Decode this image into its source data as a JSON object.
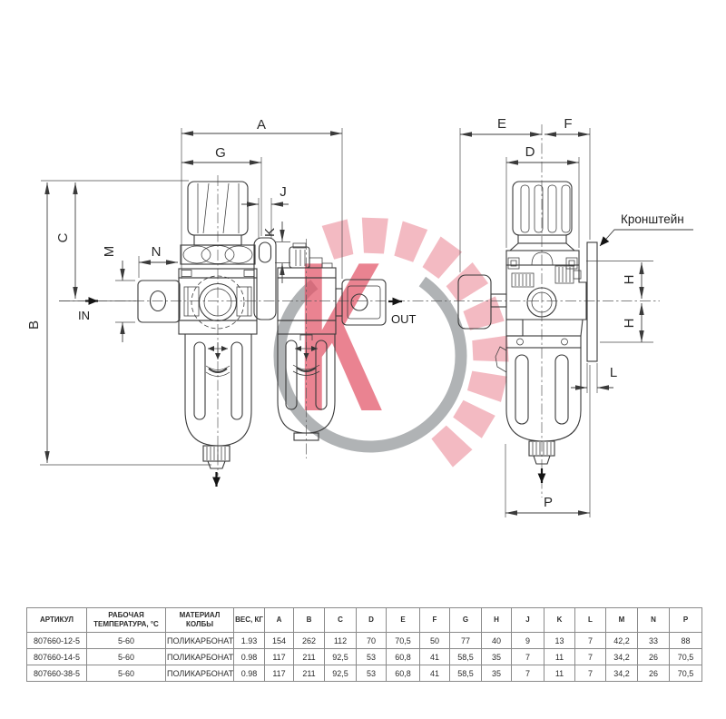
{
  "watermark": {
    "letter": "K",
    "pink": "#e25468",
    "gray": "#a5a8ab"
  },
  "front_view": {
    "labels": {
      "A": "A",
      "G": "G",
      "J": "J",
      "K": "K",
      "C": "C",
      "B": "B",
      "M": "M",
      "N": "N"
    },
    "in_label": "IN",
    "out_label": "OUT"
  },
  "side_view": {
    "labels": {
      "E": "E",
      "F": "F",
      "D": "D",
      "H1": "H",
      "H2": "H",
      "L": "L",
      "P": "P"
    },
    "bracket_label": "Кронштейн"
  },
  "table": {
    "headers": [
      "АРТИКУЛ",
      "РАБОЧАЯ ТЕМПЕРАТУРА, °С",
      "МАТЕРИАЛ КОЛБЫ",
      "ВЕС, КГ",
      "A",
      "B",
      "C",
      "D",
      "E",
      "F",
      "G",
      "H",
      "J",
      "K",
      "L",
      "M",
      "N",
      "P"
    ],
    "rows": [
      [
        "807660-12-5",
        "5-60",
        "ПОЛИКАРБОНАТ",
        "1.93",
        "154",
        "262",
        "112",
        "70",
        "70,5",
        "50",
        "77",
        "40",
        "9",
        "13",
        "7",
        "42,2",
        "33",
        "88"
      ],
      [
        "807660-14-5",
        "5-60",
        "ПОЛИКАРБОНАТ",
        "0.98",
        "117",
        "211",
        "92,5",
        "53",
        "60,8",
        "41",
        "58,5",
        "35",
        "7",
        "11",
        "7",
        "34,2",
        "26",
        "70,5"
      ],
      [
        "807660-38-5",
        "5-60",
        "ПОЛИКАРБОНАТ",
        "0.98",
        "117",
        "211",
        "92,5",
        "53",
        "60,8",
        "41",
        "58,5",
        "35",
        "7",
        "11",
        "7",
        "34,2",
        "26",
        "70,5"
      ]
    ]
  }
}
